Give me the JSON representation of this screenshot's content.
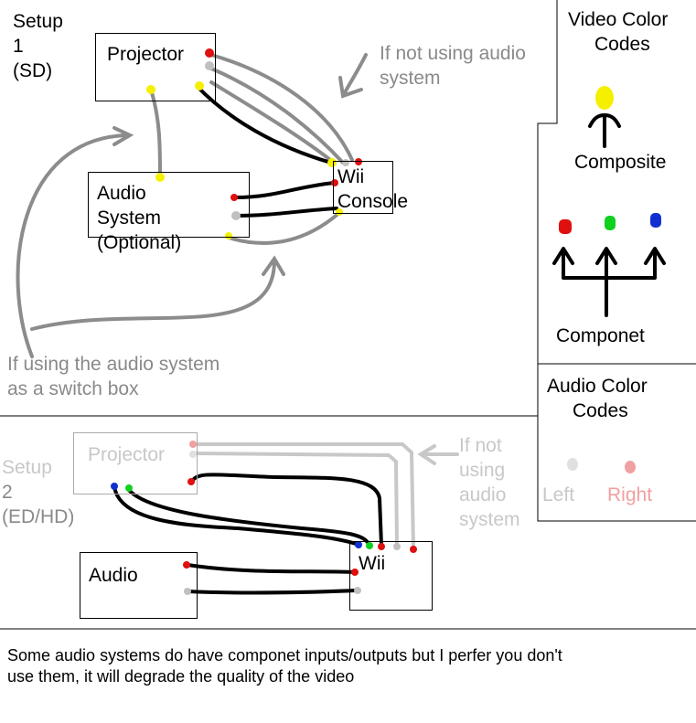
{
  "setup1": {
    "label_line1": "Setup",
    "label_line2": "1",
    "label_line3": "(SD)",
    "projector": "Projector",
    "audio_line1": "Audio",
    "audio_line2": "System",
    "audio_line3": "(Optional)",
    "wii_line1": "Wii",
    "wii_line2": "Console",
    "note_no_audio_line1": "If not using audio",
    "note_no_audio_line2": "system",
    "note_switch_line1": "If using the audio system",
    "note_switch_line2": "as a switch box"
  },
  "setup2": {
    "label_line1": "Setup",
    "label_line2": "2",
    "label_line3": "(ED/HD)",
    "projector": "Projector",
    "audio": "Audio",
    "wii": "Wii",
    "note_line1": "If not",
    "note_line2": "using",
    "note_line3": "audio",
    "note_line4": "system"
  },
  "video_legend": {
    "title_line1": "Video Color",
    "title_line2": "Codes",
    "composite": "Composite",
    "component": "Componet"
  },
  "audio_legend": {
    "title_line1": "Audio Color",
    "title_line2": "Codes",
    "left": "Left",
    "right": "Right"
  },
  "footer": {
    "line1": "Some audio systems do have componet inputs/outputs but I perfer you don't",
    "line2": "use them, it will degrade the quality of the video"
  },
  "colors": {
    "red": "#e01010",
    "white_gray": "#c0c0c0",
    "yellow": "#f5f000",
    "green": "#10d020",
    "blue": "#1030d0",
    "cable_gray": "#8c8c8c",
    "cable_black": "#000000"
  }
}
